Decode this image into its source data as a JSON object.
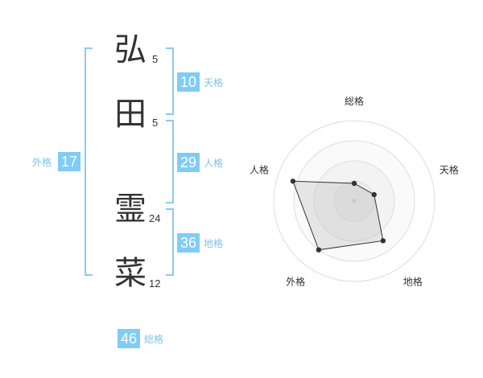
{
  "name_chars": [
    {
      "char": "弘",
      "strokes": "5"
    },
    {
      "char": "田",
      "strokes": "5"
    },
    {
      "char": "霊",
      "strokes": "24"
    },
    {
      "char": "菜",
      "strokes": "12"
    }
  ],
  "kaku": {
    "tenkaku": {
      "value": "10",
      "label": "天格"
    },
    "jinkaku": {
      "value": "29",
      "label": "人格"
    },
    "chikaku": {
      "value": "36",
      "label": "地格"
    },
    "gaikaku": {
      "value": "17",
      "label": "外格"
    },
    "soukaku": {
      "value": "46",
      "label": "総格"
    }
  },
  "colors": {
    "accent": "#7fccf6",
    "bracket": "#8ccaf2",
    "label": "#7fc2ea"
  },
  "chart_data": {
    "type": "radar",
    "axes": [
      "総格",
      "天格",
      "地格",
      "外格",
      "人格"
    ],
    "values": [
      0.22,
      0.26,
      0.61,
      0.75,
      0.8
    ],
    "value_scale": "fraction of outer ring radius",
    "rings": 4
  }
}
